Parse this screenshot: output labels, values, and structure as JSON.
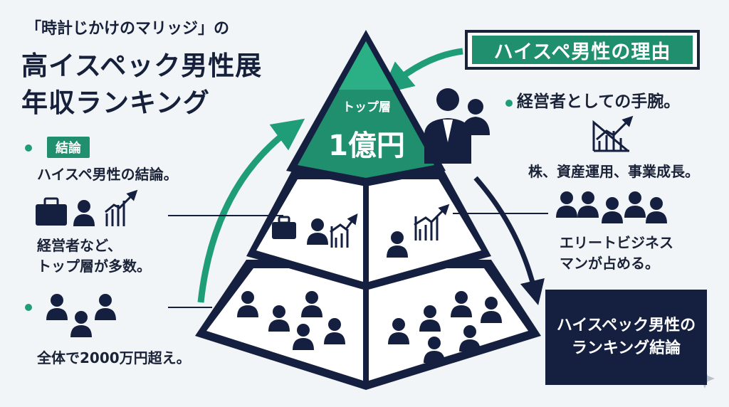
{
  "title": {
    "line1": "「時計じかけのマリッジ」の",
    "line2": "高イスペック男性展",
    "line3": "年収ランキング"
  },
  "left": {
    "tag": "結論",
    "conclusion": "ハイスペ男性の結論。",
    "exec_line1": "経営者など、",
    "exec_line2": "トップ層が多数。",
    "total": "全体で2000万円超え。"
  },
  "pyramid": {
    "top_label": "トップ層",
    "top_value": "1億円"
  },
  "right": {
    "reason_title": "ハイスペ男性の理由",
    "point1": "経営者としての手腕。",
    "point2": "株、資産運用、事業成長。",
    "elite_line1": "エリートビジネス",
    "elite_line2": "マンが占める。",
    "ranking_line1": "ハイスペック男性の",
    "ranking_line2": "ランキング結論"
  },
  "colors": {
    "green": "#1f8f6e",
    "navy": "#152040",
    "background": "#f2f5f7"
  },
  "icons": [
    "briefcase-icon",
    "person-icon",
    "growth-chart-icon",
    "group-icon",
    "sparkle-icon"
  ]
}
